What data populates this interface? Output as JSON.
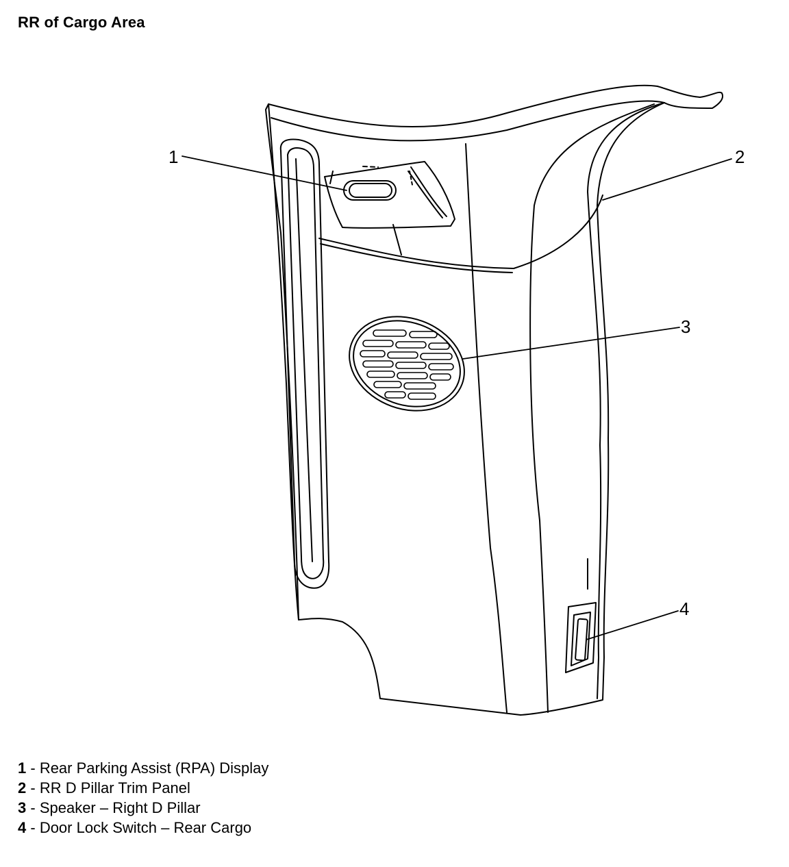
{
  "title": "RR of Cargo Area",
  "callouts": [
    {
      "number": "1",
      "label": "Rear Parking Assist (RPA) Display"
    },
    {
      "number": "2",
      "label": "RR D Pillar Trim Panel"
    },
    {
      "number": "3",
      "label": "Speaker – Right D Pillar"
    },
    {
      "number": "4",
      "label": "Door Lock Switch – Rear Cargo"
    }
  ],
  "legend_separator": " - "
}
